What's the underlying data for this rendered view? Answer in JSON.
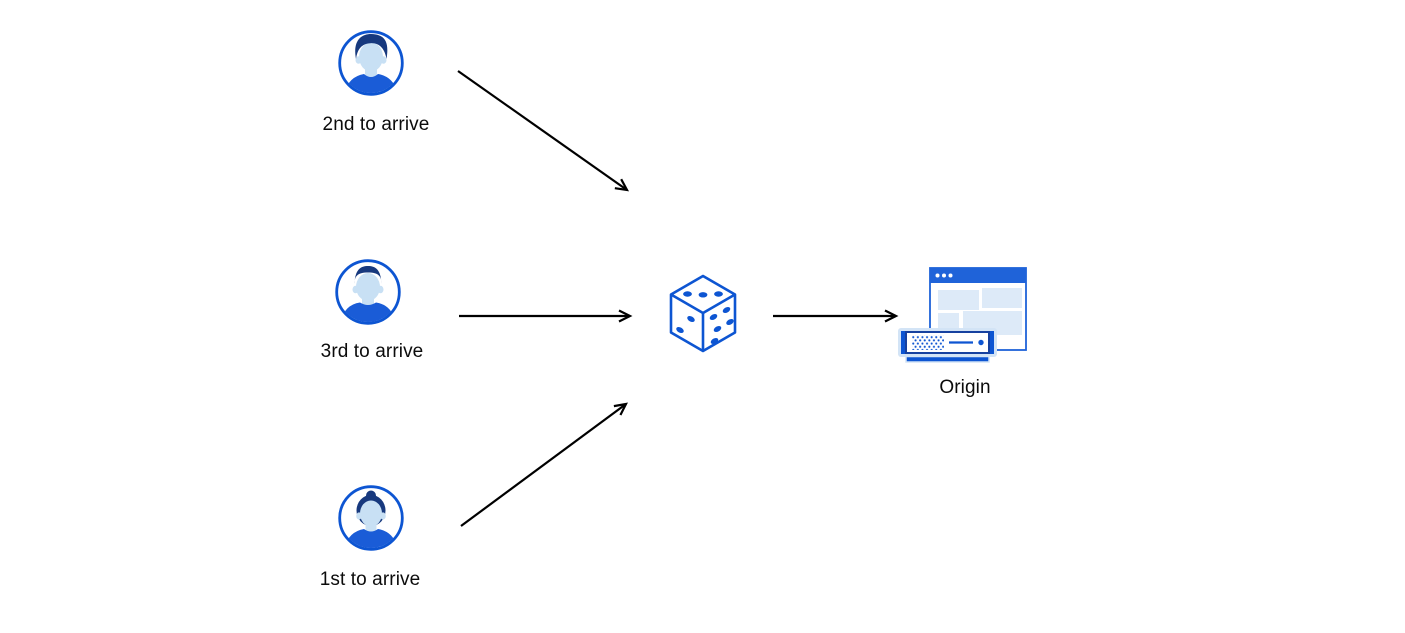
{
  "diagram": {
    "description": "Three clients arriving in different order are routed via random selection (dice) to an origin server",
    "nodes": [
      {
        "id": "client-2nd",
        "icon": "avatar-male-swoop-icon",
        "label": "2nd to arrive"
      },
      {
        "id": "client-3rd",
        "icon": "avatar-male-short-icon",
        "label": "3rd to arrive"
      },
      {
        "id": "client-1st",
        "icon": "avatar-female-bun-icon",
        "label": "1st to arrive"
      },
      {
        "id": "random-selector",
        "icon": "dice-icon",
        "label": ""
      },
      {
        "id": "origin",
        "icon": "origin-server-icon",
        "label": "Origin"
      }
    ],
    "edges": [
      {
        "from": "client-2nd",
        "to": "random-selector"
      },
      {
        "from": "client-3rd",
        "to": "random-selector"
      },
      {
        "from": "client-1st",
        "to": "random-selector"
      },
      {
        "from": "random-selector",
        "to": "origin"
      }
    ],
    "colors": {
      "background": "#ffffff",
      "arrow": "#000000",
      "primary_blue": "#0d55d2",
      "window_header_blue": "#1f63d9",
      "hair_navy": "#17397e",
      "shirt_blue": "#1a5cd7",
      "face_light_blue": "#c8e0f4",
      "panel_light_blue": "#ddeaf8",
      "server_glow_blue": "#d3e4f6",
      "server_border_navy": "#16419f",
      "label_text": "#0b0b0b"
    }
  }
}
